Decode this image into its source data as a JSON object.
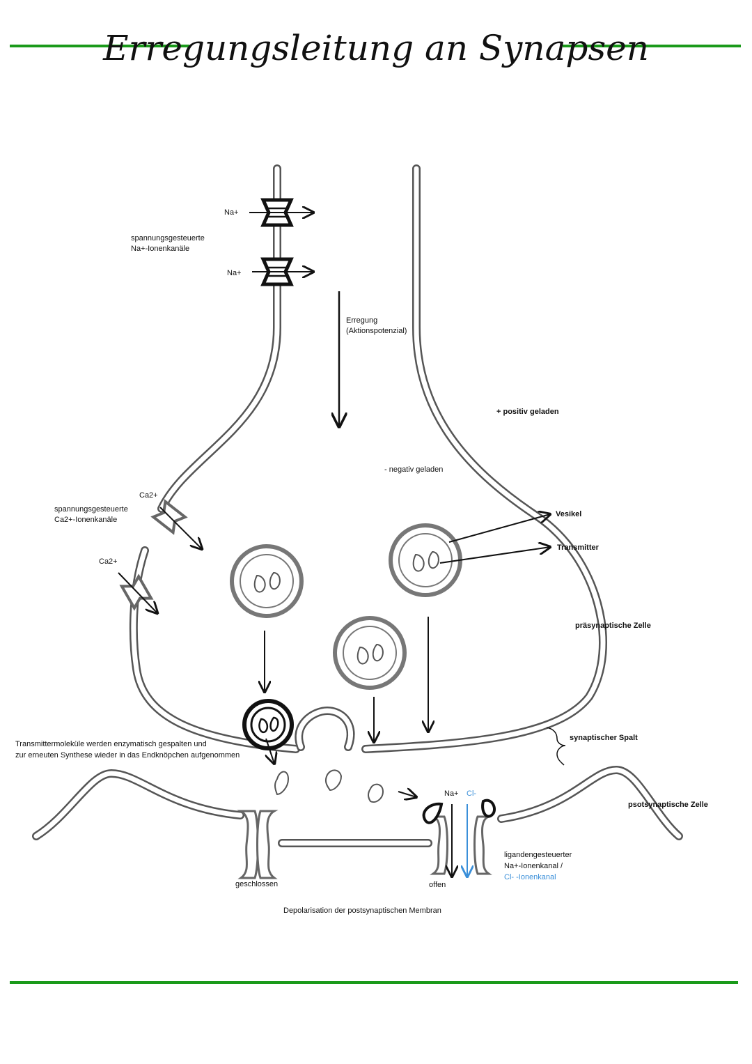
{
  "title": "Erregungsleitung an Synapsen",
  "colors": {
    "rule": "#1a9a1a",
    "ink": "#111111",
    "membrane": "#555555",
    "chloride": "#3a8fd9"
  },
  "labels": {
    "na_top": "Na+",
    "na_bottom": "Na+",
    "na_channels_1": "spannungsgesteuerte",
    "na_channels_2": "Na+-Ionenkanäle",
    "excitation_1": "Erregung",
    "excitation_2": "(Aktionspotenzial)",
    "positive": "+ positiv geladen",
    "negative": "- negativ geladen",
    "ca_top": "Ca2+",
    "ca_bottom": "Ca2+",
    "ca_channels_1": "spannungsgesteuerte",
    "ca_channels_2": "Ca2+-Ionenkanäle",
    "vesicle": "Vesikel",
    "transmitter": "Transmitter",
    "presynaptic": "präsynaptische Zelle",
    "cleft": "synaptischer Spalt",
    "postsynaptic": "psotsynaptische Zelle",
    "enzymatic_1": "Transmittermoleküle werden enzymatisch gespalten und",
    "enzymatic_2": "zur erneuten Synthese wieder in das Endknöpchen aufgenommen",
    "closed": "geschlossen",
    "open": "offen",
    "na_open": "Na+",
    "cl_open": "Cl-",
    "ligand_1": "ligandengesteuerter",
    "ligand_2": "Na+-Ionenkanal /",
    "ligand_3": "Cl- -Ionenkanal",
    "depolarisation": "Depolarisation der postsynaptischen Membran"
  }
}
